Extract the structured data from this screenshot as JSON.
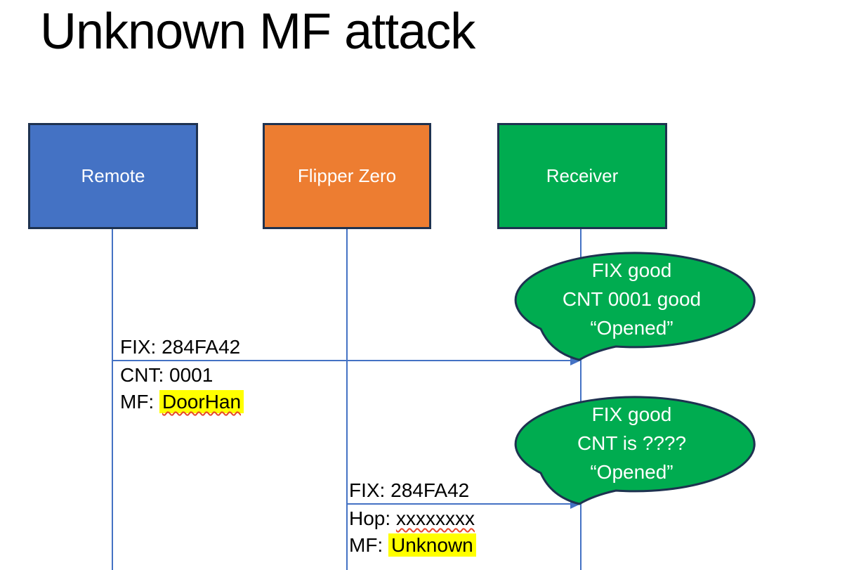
{
  "slide": {
    "title": "Unknown MF attack"
  },
  "actors": [
    {
      "label": "Remote",
      "fill": "#4472C4"
    },
    {
      "label": "Flipper Zero",
      "fill": "#ED7D31"
    },
    {
      "label": "Receiver",
      "fill": "#00AC50"
    }
  ],
  "messages": [
    {
      "from": "Remote",
      "to": "Receiver",
      "above": "FIX: 284FA42",
      "cnt": "CNT: 0001",
      "mf_prefix": "MF: ",
      "mf_value": "DoorHan"
    },
    {
      "from": "Flipper Zero",
      "to": "Receiver",
      "above": "FIX: 284FA42",
      "hop_prefix": "Hop: ",
      "hop_value": "xxxxxxxx",
      "mf_prefix": "MF: ",
      "mf_value": "Unknown"
    }
  ],
  "callouts": [
    {
      "line1": "FIX good",
      "line2": "CNT 0001 good",
      "line3": "“Opened”"
    },
    {
      "line1": "FIX good",
      "line2": "CNT is ????",
      "line3": "“Opened”"
    }
  ],
  "colors": {
    "accent_blue": "#4472C4",
    "accent_orange": "#ED7D31",
    "accent_green": "#00AC50",
    "outline_navy": "#1E3250",
    "highlight_yellow": "#FFFF00",
    "squiggle_red": "#E5472D",
    "text_black": "#000000",
    "text_white": "#FFFFFF"
  }
}
